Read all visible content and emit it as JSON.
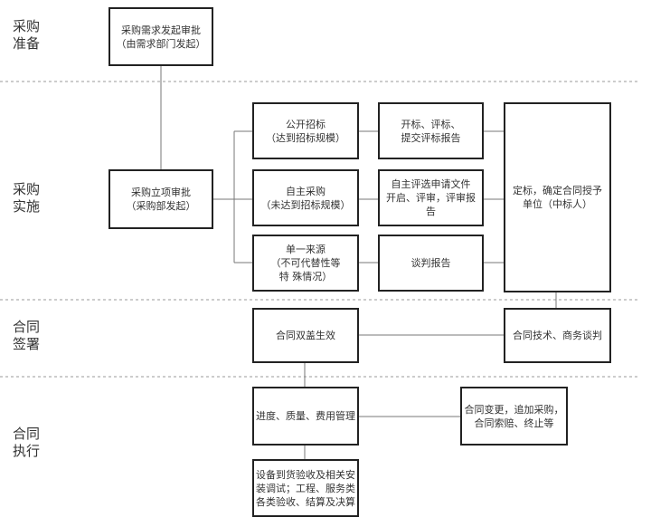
{
  "stages": [
    "采购\n准备",
    "采购\n实施",
    "合同\n签署",
    "合同\n执行"
  ],
  "boxes": {
    "demand_approval": "采购需求发起审批\n（由需求部门发起）",
    "project_approval": "采购立项审批\n（采购部发起）",
    "public_tender": "公开招标\n（达到招标规模）",
    "self_procurement": "自主采购\n（未达到招标规模）",
    "single_source": "单一来源\n（不可代替性等\n特 殊情况）",
    "bid_evaluation": "开标、评标、\n提交评标报告",
    "self_evaluation": "自主评选申请文件\n开启、评审，评审报\n告",
    "negotiation_report": "谈判报告",
    "award": "定标，确定合同授予\n单位（中标人）",
    "contract_sealed": "合同双盖生效",
    "contract_negotiation": "合同技术、商务谈判",
    "progress_management": "进度、质量、费用管理",
    "contract_change": "合同变更，追加采购，\n合同索赔、终止等",
    "acceptance": "设备到货验收及相关安\n装调试；工程、服务类\n各类验收、结算及决算"
  }
}
